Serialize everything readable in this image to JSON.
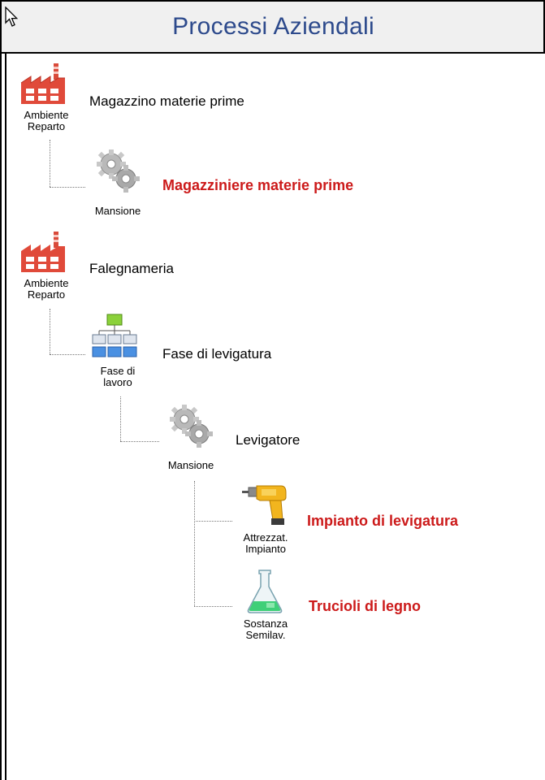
{
  "window": {
    "title": "Processi Aziendali"
  },
  "tree": {
    "n1": {
      "icon_label_1": "Ambiente",
      "icon_label_2": "Reparto",
      "text": "Magazzino materie prime",
      "icon": "factory-icon"
    },
    "n2": {
      "icon_label_1": "Mansione",
      "text": "Magazziniere materie prime",
      "icon": "gears-icon",
      "text_color": "#cc1a1a"
    },
    "n3": {
      "icon_label_1": "Ambiente",
      "icon_label_2": "Reparto",
      "text": "Falegnameria",
      "icon": "factory-icon"
    },
    "n4": {
      "icon_label_1": "Fase di",
      "icon_label_2": "lavoro",
      "text": "Fase di levigatura",
      "icon": "org-chart-icon"
    },
    "n5": {
      "icon_label_1": "Mansione",
      "text": "Levigatore",
      "icon": "gears-icon"
    },
    "n6": {
      "icon_label_1": "Attrezzat.",
      "icon_label_2": "Impianto",
      "text": "Impianto di levigatura",
      "icon": "drill-icon",
      "text_color": "#cc1a1a"
    },
    "n7": {
      "icon_label_1": "Sostanza",
      "icon_label_2": "Semilav.",
      "text": "Trucioli di legno",
      "icon": "flask-icon",
      "text_color": "#cc1a1a"
    }
  }
}
